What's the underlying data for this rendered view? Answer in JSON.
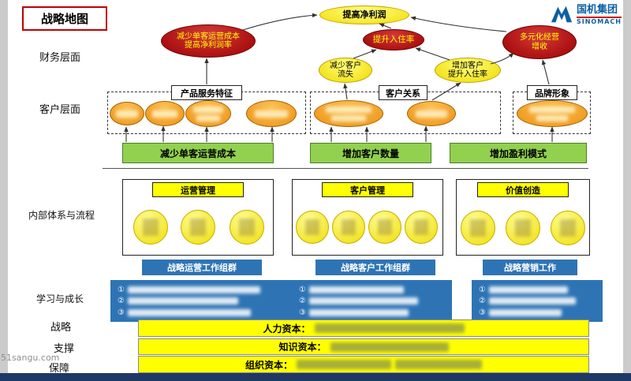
{
  "title": "战略地图",
  "watermark": "51sangu.com",
  "logo": {
    "cn": "国机集团",
    "en": "SINOMACH"
  },
  "row_labels": {
    "financial": "财务层面",
    "customer": "客户层面",
    "internal": "内部体系与流程",
    "learning": "学习与成长",
    "support_line1": "战略",
    "support_line2": "支撑",
    "support_line3": "保障"
  },
  "financial": {
    "top_goal": "提高净利润",
    "cost_line1": "减少单客运营成本",
    "cost_line2": "提高净利润率",
    "occupancy": "提升入住率",
    "diversify_line1": "多元化经营",
    "diversify_line2": "增收",
    "churn_line1": "减少客户",
    "churn_line2": "流失",
    "grow_line1": "增加客户",
    "grow_line2": "提升入住率"
  },
  "customer": {
    "group1_label": "产品服务特征",
    "group2_label": "客户关系",
    "group3_label": "品牌形象",
    "green1": "减少单客运营成本",
    "green2": "增加客户数量",
    "green3": "增加盈利模式"
  },
  "internal": {
    "box1_header": "运营管理",
    "box2_header": "客户管理",
    "box3_header": "价值创造",
    "banner1": "战略运营工作组群",
    "banner2": "战略客户工作组群",
    "banner3": "战略营销工作"
  },
  "learning": {
    "bullets": [
      "①",
      "②",
      "③"
    ]
  },
  "support_bars": {
    "bar1_label": "人力资本：",
    "bar2_label": "知识资本：",
    "bar3_label": "组织资本："
  }
}
